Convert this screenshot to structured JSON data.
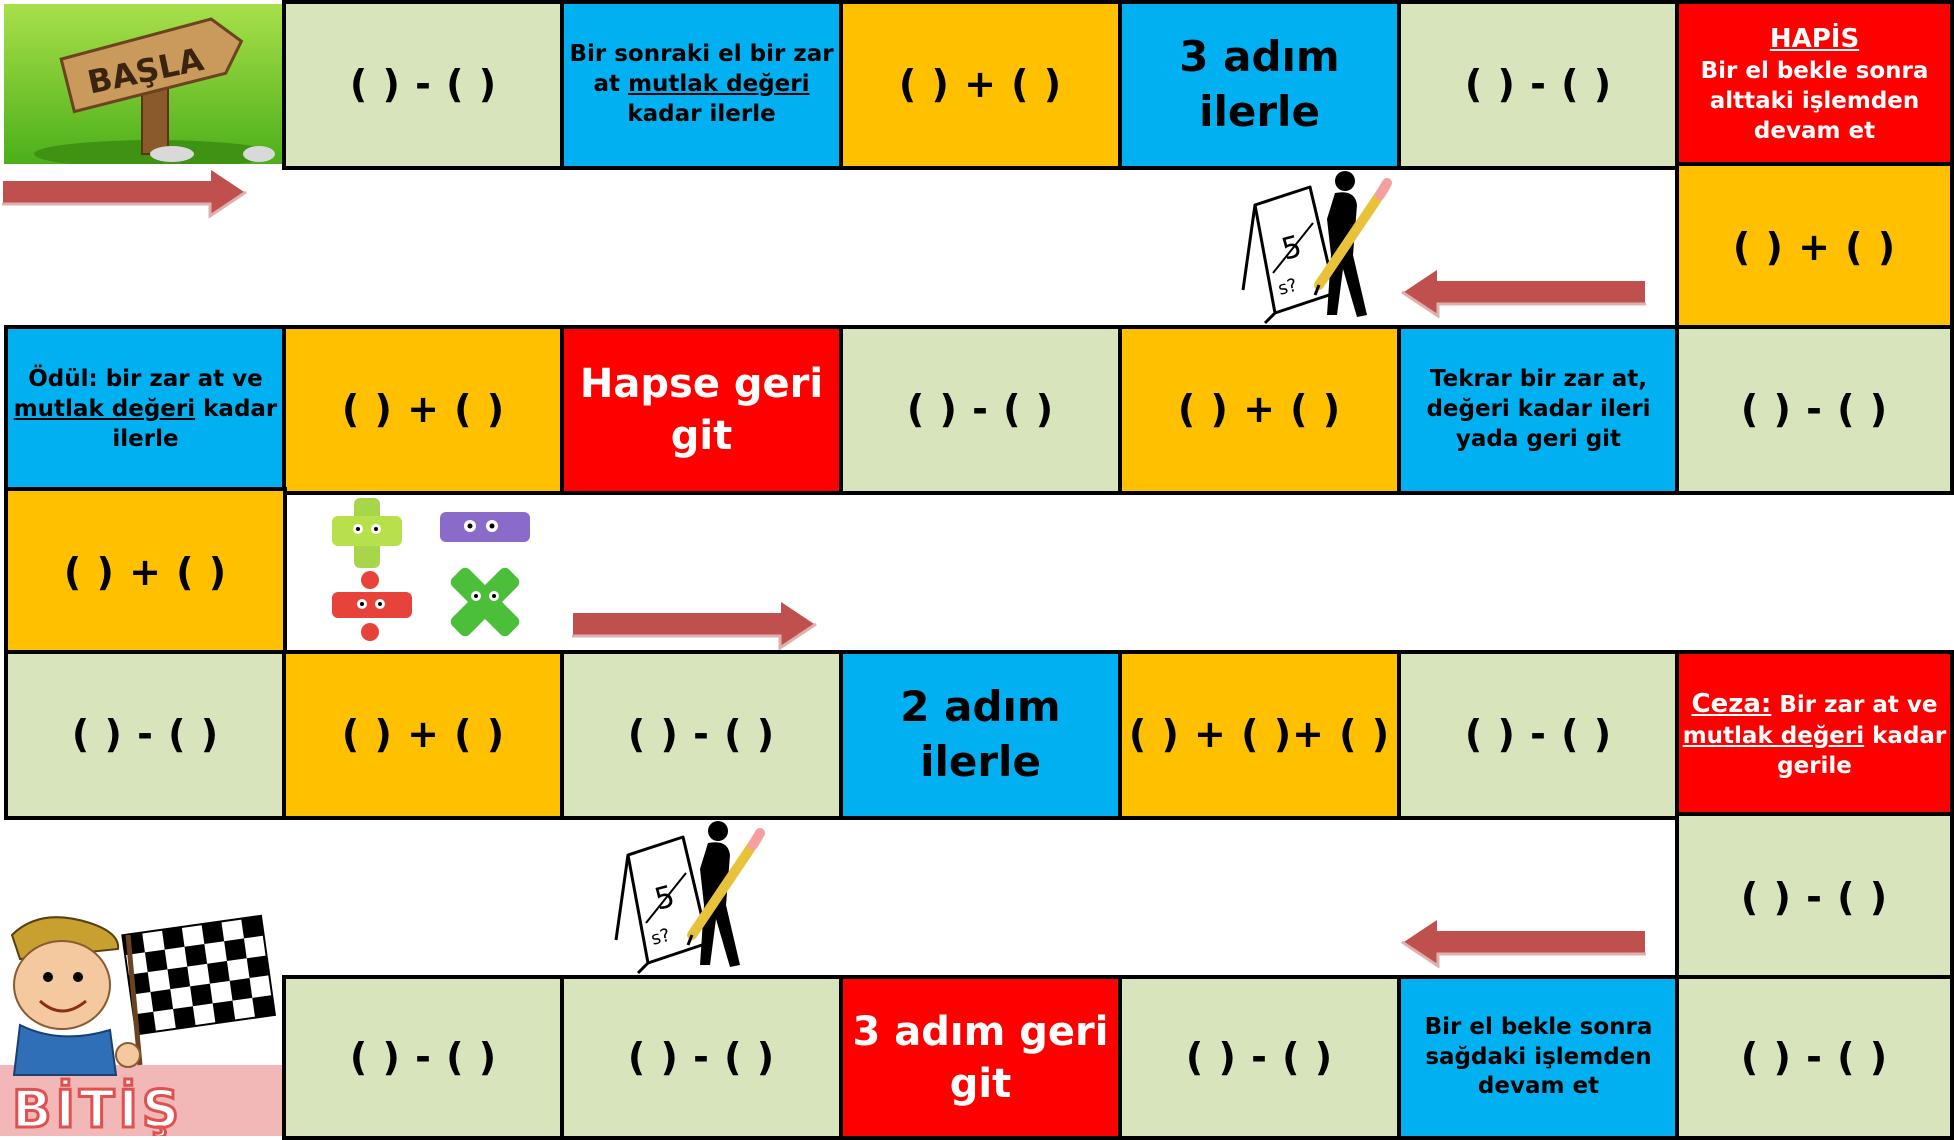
{
  "start": {
    "sign": "BAŞLA"
  },
  "finish": {
    "label": "BİTİŞ"
  },
  "colors": {
    "green": "#d8e4bc",
    "blue": "#00b0f0",
    "orange": "#ffc000",
    "red": "#ff0000",
    "arrow": "#c0504d"
  },
  "rows": [
    {
      "cells": [
        {
          "type": "start"
        },
        {
          "color": "green",
          "size": "exp",
          "lines": [
            "(    ) - (    )"
          ]
        },
        {
          "color": "blue",
          "size": "sm",
          "lines": [
            "Bir sonraki el bir zar",
            "at mutlak değeri",
            "kadar ilerle"
          ],
          "underline": "mutlak değeri"
        },
        {
          "color": "orange",
          "size": "exp",
          "lines": [
            "(    ) + (    )"
          ]
        },
        {
          "color": "blue",
          "size": "big",
          "lines": [
            "3 adım ilerle"
          ]
        },
        {
          "color": "green",
          "size": "exp",
          "lines": [
            "(    ) - (    )"
          ]
        },
        {
          "color": "red",
          "size": "sm",
          "lines": [
            "HAPİS",
            "Bir el bekle sonra",
            "alttaki işlemden",
            "devam et"
          ],
          "first_line_header": true
        }
      ]
    },
    {
      "cells": [
        {
          "color": "orange",
          "size": "exp",
          "lines": [
            "(    ) + (    )"
          ]
        }
      ]
    },
    {
      "cells": [
        {
          "color": "blue",
          "size": "sm",
          "lines": [
            "Ödül: bir zar at ve",
            "mutlak değeri kadar",
            "ilerle"
          ],
          "underline": "mutlak değeri"
        },
        {
          "color": "orange",
          "size": "exp",
          "lines": [
            "(    ) + (    )"
          ]
        },
        {
          "color": "red",
          "size": "xl",
          "lines": [
            "Hapse geri",
            "git"
          ]
        },
        {
          "color": "green",
          "size": "exp",
          "lines": [
            "(    ) - (    )"
          ]
        },
        {
          "color": "orange",
          "size": "exp",
          "lines": [
            "(    ) + (    )"
          ]
        },
        {
          "color": "blue",
          "size": "sm",
          "lines": [
            "Tekrar bir zar at,",
            "değeri kadar ileri",
            "yada geri git"
          ]
        },
        {
          "color": "green",
          "size": "exp",
          "lines": [
            "(    ) - (    )"
          ]
        }
      ]
    },
    {
      "cells": [
        {
          "color": "orange",
          "size": "exp",
          "lines": [
            "(    ) + (    )"
          ]
        }
      ]
    },
    {
      "cells": [
        {
          "color": "green",
          "size": "exp",
          "lines": [
            "(    ) - (    )"
          ]
        },
        {
          "color": "orange",
          "size": "exp",
          "lines": [
            "(    ) + (    )"
          ]
        },
        {
          "color": "green",
          "size": "exp",
          "lines": [
            "(    ) - (    )"
          ]
        },
        {
          "color": "blue",
          "size": "big",
          "lines": [
            "2 adım ilerle"
          ]
        },
        {
          "color": "orange",
          "size": "exp",
          "lines": [
            "(   ) + (   )+ (   )"
          ]
        },
        {
          "color": "green",
          "size": "exp",
          "lines": [
            "(    ) - (    )"
          ]
        },
        {
          "color": "red",
          "size": "sm",
          "lines": [
            "Ceza: Bir zar at ve",
            "mutlak değeri kadar",
            "gerile"
          ],
          "underline": "mutlak değeri",
          "underline_prefix": "Ceza:"
        }
      ]
    },
    {
      "cells": [
        {
          "color": "green",
          "size": "exp",
          "lines": [
            "(    ) - (    )"
          ]
        }
      ]
    },
    {
      "cells": [
        {
          "type": "finish"
        },
        {
          "color": "green",
          "size": "exp",
          "lines": [
            "(    ) - (    )"
          ]
        },
        {
          "color": "green",
          "size": "exp",
          "lines": [
            "(    ) - (    )"
          ]
        },
        {
          "color": "red",
          "size": "xl",
          "lines": [
            "3 adım geri",
            "git"
          ]
        },
        {
          "color": "green",
          "size": "exp",
          "lines": [
            "(    ) - (    )"
          ]
        },
        {
          "color": "blue",
          "size": "sm",
          "lines": [
            "Bir el bekle sonra",
            "sağdaki işlemden",
            "devam et"
          ]
        },
        {
          "color": "green",
          "size": "exp",
          "lines": [
            "(    ) - (    )"
          ]
        }
      ]
    }
  ],
  "arrows": [
    {
      "direction": "right"
    },
    {
      "direction": "left"
    },
    {
      "direction": "right"
    },
    {
      "direction": "left"
    }
  ],
  "decorations": [
    {
      "icon": "stick-figure-drawing-icon"
    },
    {
      "icon": "math-operators-icon"
    },
    {
      "icon": "stick-figure-drawing-icon"
    },
    {
      "icon": "finish-boy-checkered-flag-icon"
    }
  ]
}
